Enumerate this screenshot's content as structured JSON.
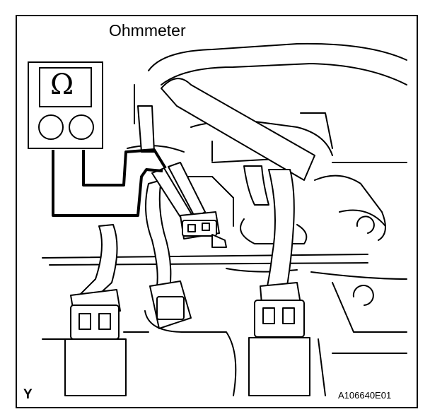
{
  "diagram": {
    "title": "Ohmmeter",
    "meter_symbol": "Ω",
    "corner_mark": "Y",
    "figure_id": "A106640E01"
  },
  "colors": {
    "line": "#000000",
    "background": "#ffffff"
  }
}
